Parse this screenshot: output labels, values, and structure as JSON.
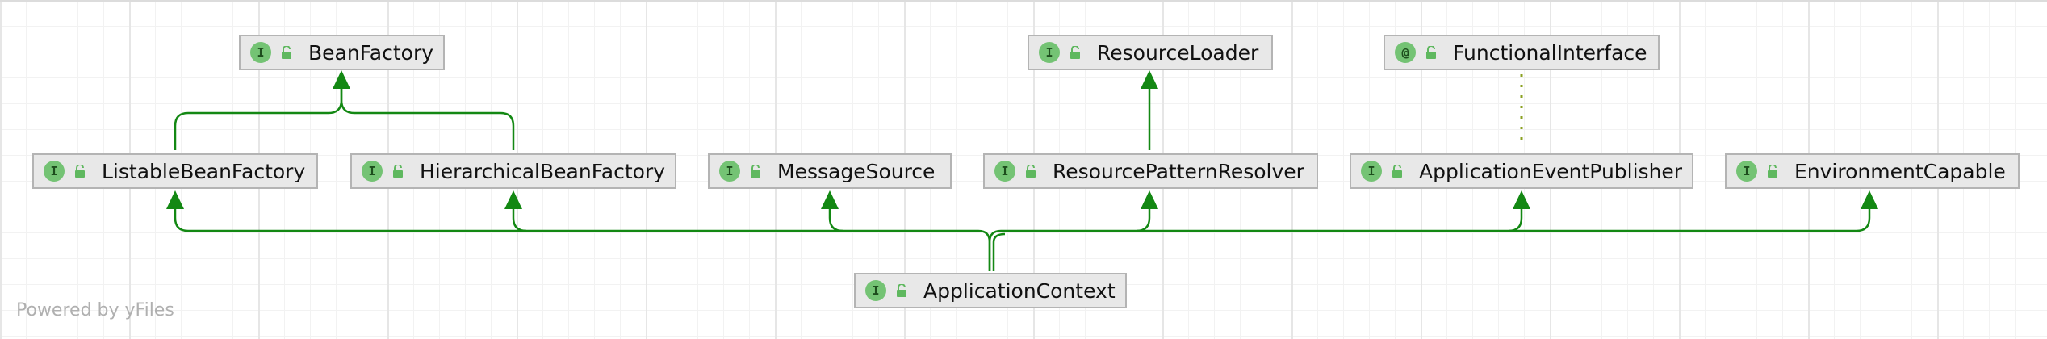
{
  "diagram": {
    "nodes": [
      {
        "id": "bean-factory",
        "label": "BeanFactory",
        "badge": "I"
      },
      {
        "id": "resource-loader",
        "label": "ResourceLoader",
        "badge": "I"
      },
      {
        "id": "functional-interface",
        "label": "FunctionalInterface",
        "badge": "@"
      },
      {
        "id": "listable-bean-factory",
        "label": "ListableBeanFactory",
        "badge": "I"
      },
      {
        "id": "hierarchical-bean-factory",
        "label": "HierarchicalBeanFactory",
        "badge": "I"
      },
      {
        "id": "message-source",
        "label": "MessageSource",
        "badge": "I"
      },
      {
        "id": "resource-pattern-resolver",
        "label": "ResourcePatternResolver",
        "badge": "I"
      },
      {
        "id": "application-event-publisher",
        "label": "ApplicationEventPublisher",
        "badge": "I"
      },
      {
        "id": "environment-capable",
        "label": "EnvironmentCapable",
        "badge": "I"
      },
      {
        "id": "application-context",
        "label": "ApplicationContext",
        "badge": "I"
      }
    ],
    "edges": [
      {
        "from": "listable-bean-factory",
        "to": "bean-factory",
        "style": "solid"
      },
      {
        "from": "hierarchical-bean-factory",
        "to": "bean-factory",
        "style": "solid"
      },
      {
        "from": "resource-pattern-resolver",
        "to": "resource-loader",
        "style": "solid"
      },
      {
        "from": "application-event-publisher",
        "to": "functional-interface",
        "style": "dotted"
      },
      {
        "from": "application-context",
        "to": "listable-bean-factory",
        "style": "solid"
      },
      {
        "from": "application-context",
        "to": "hierarchical-bean-factory",
        "style": "solid"
      },
      {
        "from": "application-context",
        "to": "message-source",
        "style": "solid"
      },
      {
        "from": "application-context",
        "to": "resource-pattern-resolver",
        "style": "solid"
      },
      {
        "from": "application-context",
        "to": "application-event-publisher",
        "style": "solid"
      },
      {
        "from": "application-context",
        "to": "environment-capable",
        "style": "solid"
      }
    ],
    "colors": {
      "edge": "#138813",
      "dotted_edge": "#8aa020",
      "node_fill": "#e8e8e8",
      "node_border": "#b4b4b4",
      "badge_fill": "#74c374",
      "lock_fill": "#5fb85f"
    }
  },
  "footer": {
    "powered_by": "Powered by yFiles"
  }
}
